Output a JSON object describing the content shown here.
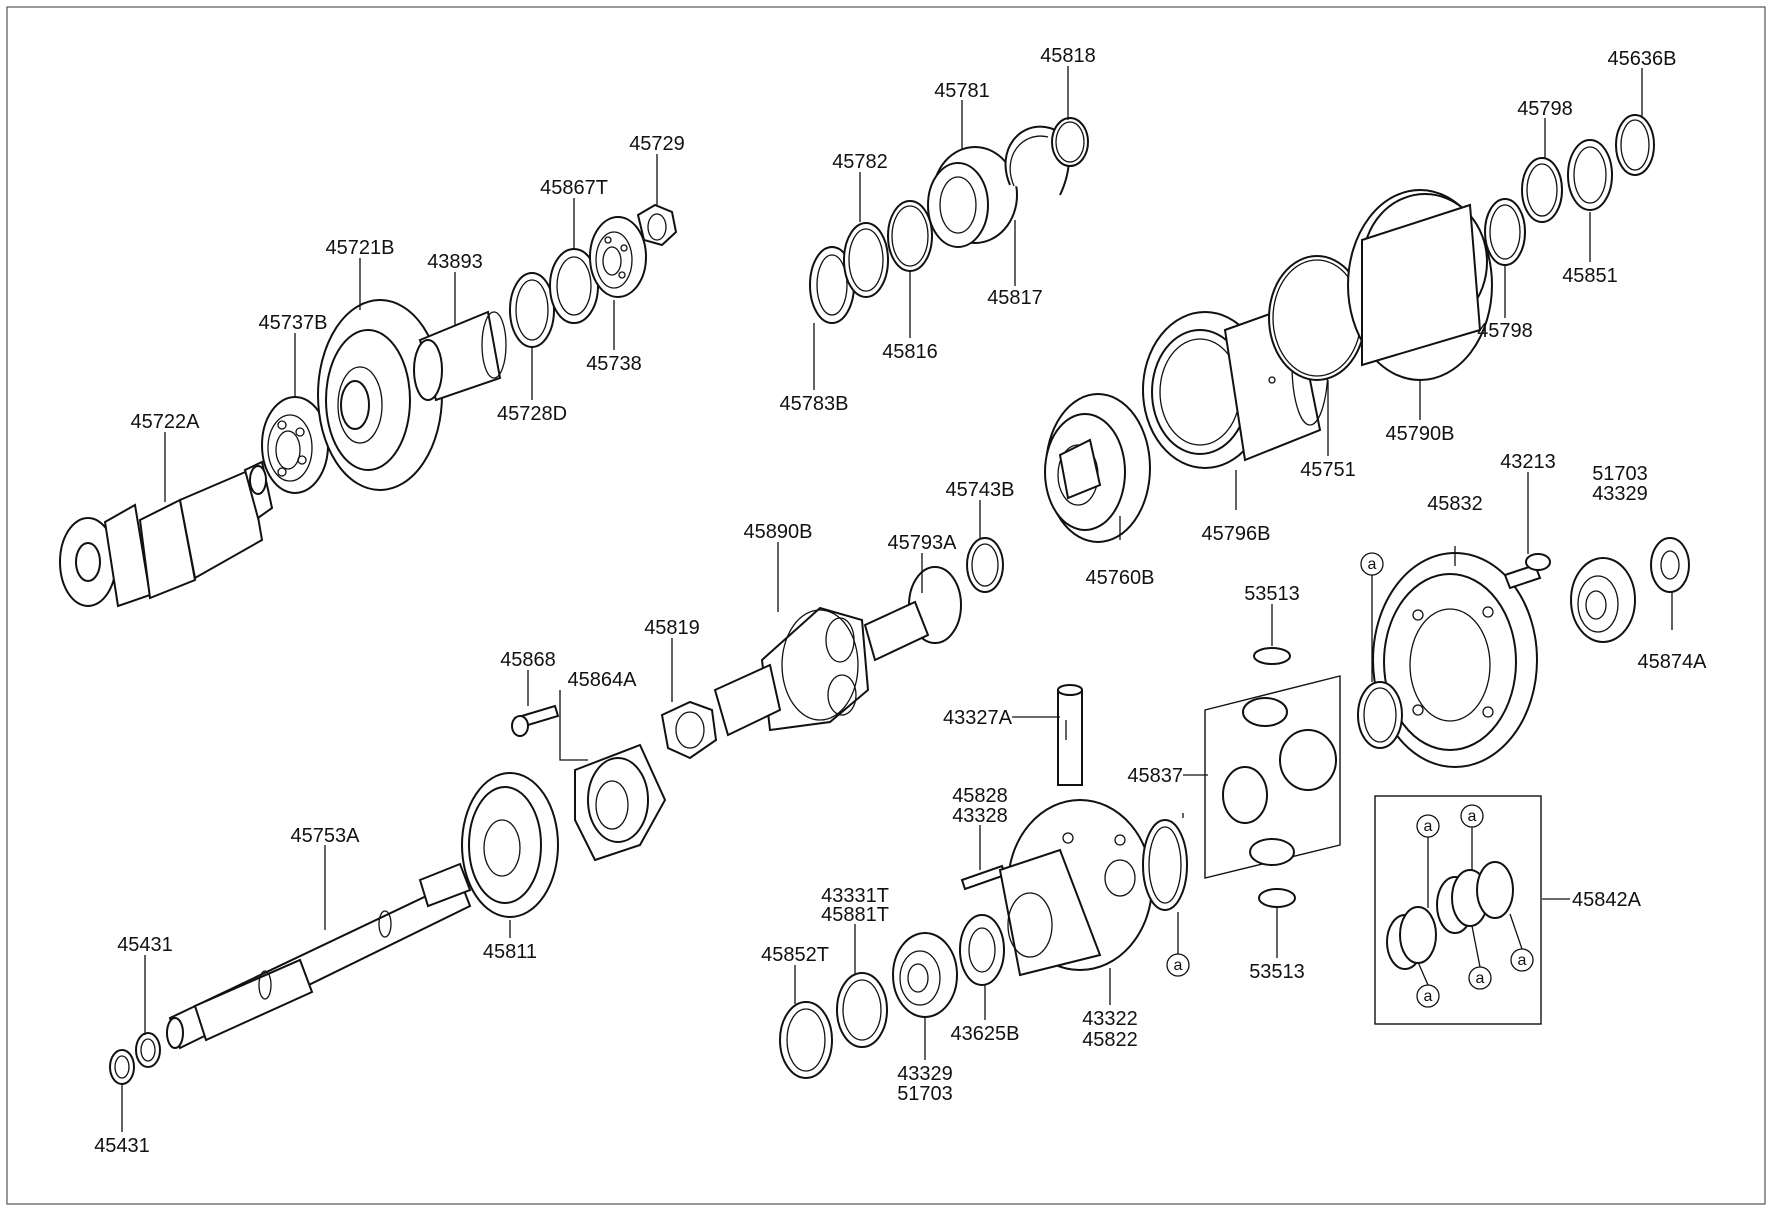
{
  "labels": [
    {
      "id": "45818",
      "text": "45818"
    },
    {
      "id": "45636B",
      "text": "45636B"
    },
    {
      "id": "45781",
      "text": "45781"
    },
    {
      "id": "45798-top",
      "text": "45798"
    },
    {
      "id": "45729",
      "text": "45729"
    },
    {
      "id": "45782",
      "text": "45782"
    },
    {
      "id": "45867T",
      "text": "45867T"
    },
    {
      "id": "45851",
      "text": "45851"
    },
    {
      "id": "45721B",
      "text": "45721B"
    },
    {
      "id": "43893",
      "text": "43893"
    },
    {
      "id": "45817",
      "text": "45817"
    },
    {
      "id": "45737B",
      "text": "45737B"
    },
    {
      "id": "45798-bottom",
      "text": "45798"
    },
    {
      "id": "45816",
      "text": "45816"
    },
    {
      "id": "45738",
      "text": "45738"
    },
    {
      "id": "45783B",
      "text": "45783B"
    },
    {
      "id": "45728D",
      "text": "45728D"
    },
    {
      "id": "45722A",
      "text": "45722A"
    },
    {
      "id": "45790B",
      "text": "45790B"
    },
    {
      "id": "43213",
      "text": "43213"
    },
    {
      "id": "51703-a",
      "text": "51703"
    },
    {
      "id": "45751",
      "text": "45751"
    },
    {
      "id": "43329-a",
      "text": "43329"
    },
    {
      "id": "45743B",
      "text": "45743B"
    },
    {
      "id": "45832",
      "text": "45832"
    },
    {
      "id": "45890B",
      "text": "45890B"
    },
    {
      "id": "45796B",
      "text": "45796B"
    },
    {
      "id": "45793A",
      "text": "45793A"
    },
    {
      "id": "45760B",
      "text": "45760B"
    },
    {
      "id": "53513-top",
      "text": "53513"
    },
    {
      "id": "45874A",
      "text": "45874A"
    },
    {
      "id": "45819",
      "text": "45819"
    },
    {
      "id": "45868",
      "text": "45868"
    },
    {
      "id": "45864A",
      "text": "45864A"
    },
    {
      "id": "43327A",
      "text": "43327A"
    },
    {
      "id": "45837",
      "text": "45837"
    },
    {
      "id": "45828",
      "text": "45828"
    },
    {
      "id": "43328",
      "text": "43328"
    },
    {
      "id": "45753A",
      "text": "45753A"
    },
    {
      "id": "45842A",
      "text": "45842A"
    },
    {
      "id": "43331T",
      "text": "43331T"
    },
    {
      "id": "45881T",
      "text": "45881T"
    },
    {
      "id": "45431-top",
      "text": "45431"
    },
    {
      "id": "45811",
      "text": "45811"
    },
    {
      "id": "45852T",
      "text": "45852T"
    },
    {
      "id": "53513-bottom",
      "text": "53513"
    },
    {
      "id": "43322",
      "text": "43322"
    },
    {
      "id": "45822",
      "text": "45822"
    },
    {
      "id": "43625B",
      "text": "43625B"
    },
    {
      "id": "43329-b",
      "text": "43329"
    },
    {
      "id": "51703-b",
      "text": "51703"
    },
    {
      "id": "45431-bottom",
      "text": "45431"
    }
  ],
  "ref_marker": "a"
}
